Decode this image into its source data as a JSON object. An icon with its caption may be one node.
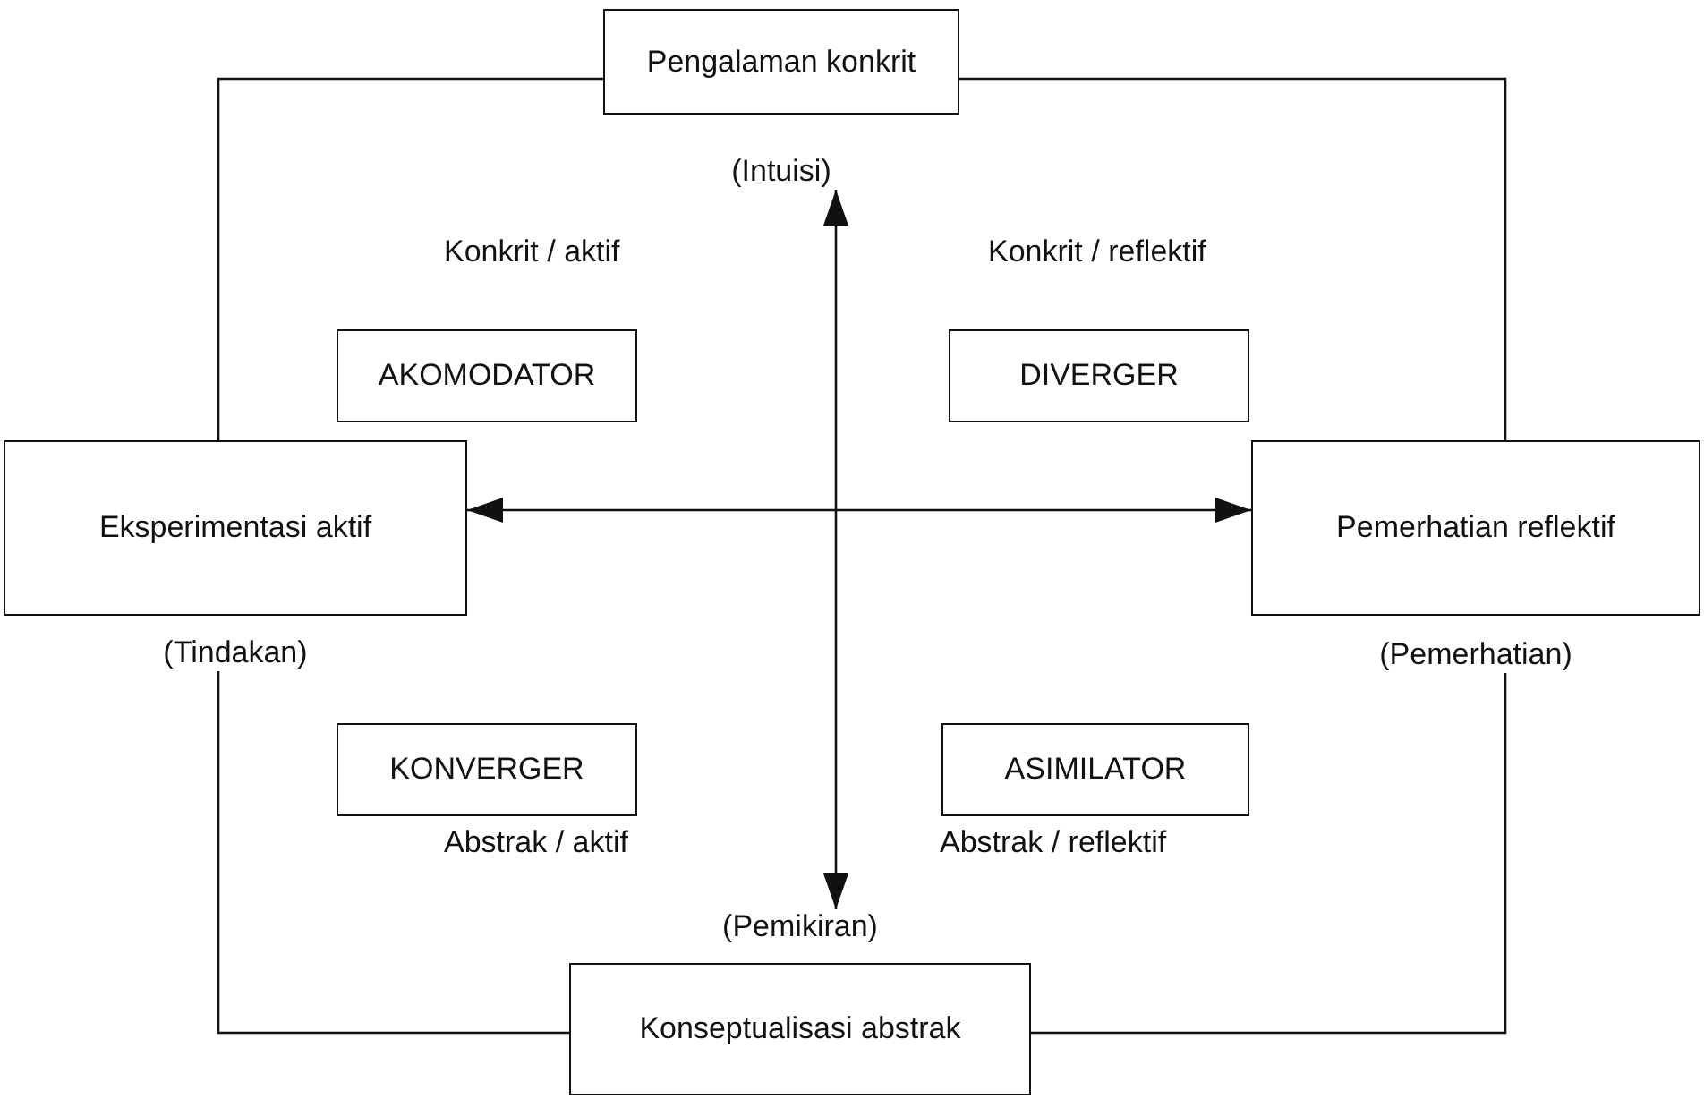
{
  "diagram": {
    "nodes": [
      {
        "text": [
          "Pengalaman konkrit"
        ],
        "beside": [
          "(Intuisi)"
        ]
      },
      {
        "text": [
          "AKOMODATOR"
        ]
      },
      {
        "text": [
          "DIVERGER"
        ]
      },
      {
        "text": [
          "Eksperimentasi aktif"
        ],
        "beside": [
          "(Tindakan)"
        ]
      },
      {
        "text": [
          "Pemerhatian reflektif"
        ],
        "beside": [
          "(Pemerhatian)"
        ]
      },
      {
        "text": [
          "KONVERGER"
        ]
      },
      {
        "text": [
          "ASIMILATOR"
        ]
      },
      {
        "text": [
          "Konseptualisasi abstrak"
        ],
        "beside": [
          "(Pemikiran)"
        ]
      }
    ],
    "edges": [
      {
        "from": 0,
        "to": 3,
        "arrow": "none"
      },
      {
        "from": 0,
        "to": 4,
        "arrow": "none"
      },
      {
        "from": 3,
        "to": 7,
        "arrow": "none"
      },
      {
        "from": 4,
        "to": 7,
        "arrow": "none"
      },
      {
        "from": 0,
        "to": 7,
        "arrow": "both"
      },
      {
        "from": 3,
        "to": 4,
        "arrow": "both"
      }
    ],
    "labels": [
      "Konkrit / aktif",
      "Konkrit / reflektif",
      "Abstrak / aktif",
      "Abstrak / reflektif"
    ]
  }
}
